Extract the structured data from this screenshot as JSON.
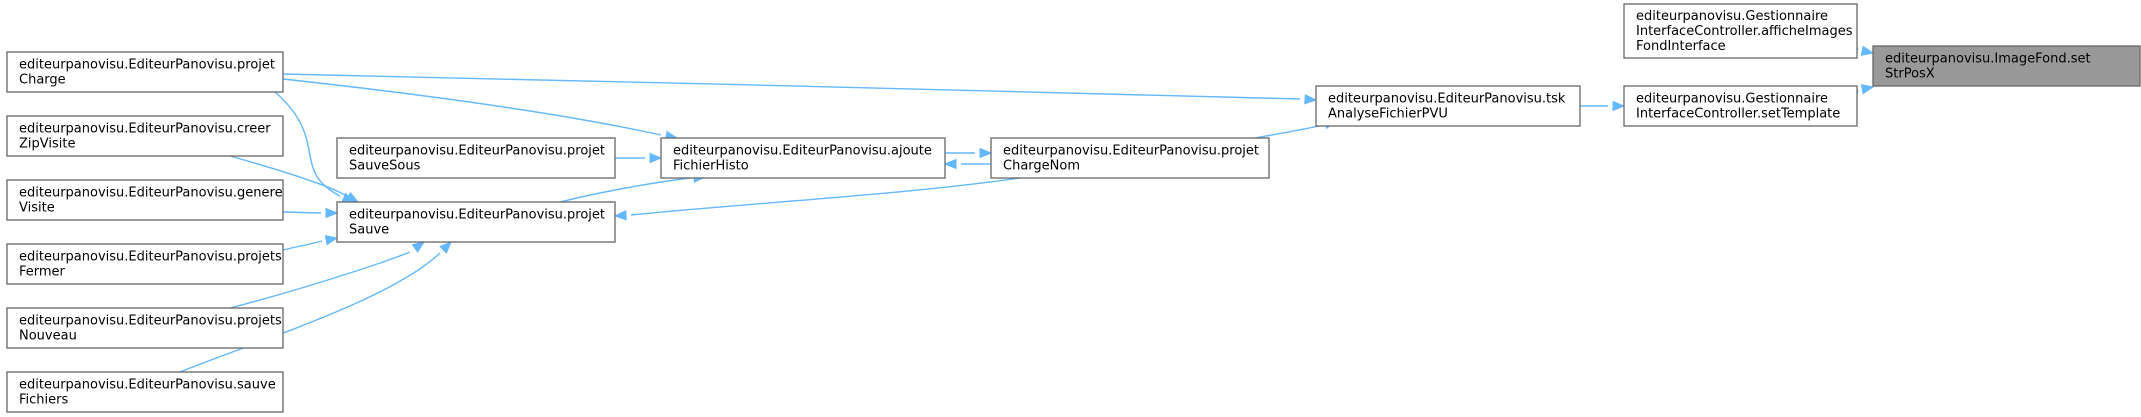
{
  "nodes": [
    {
      "id": "setStrPosX",
      "lines": [
        "editeurpanovisu.ImageFond.set",
        "StrPosX"
      ],
      "highlight": true
    },
    {
      "id": "afficheImages",
      "lines": [
        "editeurpanovisu.Gestionnaire",
        "InterfaceController.afficheImages",
        "FondInterface"
      ]
    },
    {
      "id": "setTemplate",
      "lines": [
        "editeurpanovisu.Gestionnaire",
        "InterfaceController.setTemplate"
      ]
    },
    {
      "id": "tskAnalyse",
      "lines": [
        "editeurpanovisu.EditeurPanovisu.tsk",
        "AnalyseFichierPVU"
      ]
    },
    {
      "id": "projetCharge",
      "lines": [
        "editeurpanovisu.EditeurPanovisu.projet",
        "Charge"
      ]
    },
    {
      "id": "projetChargeNom",
      "lines": [
        "editeurpanovisu.EditeurPanovisu.projet",
        "ChargeNom"
      ]
    },
    {
      "id": "ajouteFichierHisto",
      "lines": [
        "editeurpanovisu.EditeurPanovisu.ajoute",
        "FichierHisto"
      ]
    },
    {
      "id": "projetSauveSous",
      "lines": [
        "editeurpanovisu.EditeurPanovisu.projet",
        "SauveSous"
      ]
    },
    {
      "id": "projetSauve",
      "lines": [
        "editeurpanovisu.EditeurPanovisu.projet",
        "Sauve"
      ]
    },
    {
      "id": "creerZipVisite",
      "lines": [
        "editeurpanovisu.EditeurPanovisu.creer",
        "ZipVisite"
      ]
    },
    {
      "id": "genereVisite",
      "lines": [
        "editeurpanovisu.EditeurPanovisu.genere",
        "Visite"
      ]
    },
    {
      "id": "projetsFermer",
      "lines": [
        "editeurpanovisu.EditeurPanovisu.projets",
        "Fermer"
      ]
    },
    {
      "id": "projetsNouveau",
      "lines": [
        "editeurpanovisu.EditeurPanovisu.projets",
        "Nouveau"
      ]
    },
    {
      "id": "sauveFichiers",
      "lines": [
        "editeurpanovisu.EditeurPanovisu.sauve",
        "Fichiers"
      ]
    }
  ],
  "edges": [
    {
      "from": "afficheImages",
      "to": "setStrPosX"
    },
    {
      "from": "setTemplate",
      "to": "setStrPosX"
    },
    {
      "from": "tskAnalyse",
      "to": "setTemplate"
    },
    {
      "from": "projetCharge",
      "to": "tskAnalyse"
    },
    {
      "from": "projetChargeNom",
      "to": "tskAnalyse"
    },
    {
      "from": "projetCharge",
      "to": "ajouteFichierHisto"
    },
    {
      "from": "projetChargeNom",
      "to": "ajouteFichierHisto"
    },
    {
      "from": "ajouteFichierHisto",
      "to": "projetChargeNom"
    },
    {
      "from": "projetSauveSous",
      "to": "ajouteFichierHisto"
    },
    {
      "from": "projetSauve",
      "to": "ajouteFichierHisto"
    },
    {
      "from": "projetChargeNom",
      "to": "projetSauve"
    },
    {
      "from": "projetCharge",
      "to": "projetSauve"
    },
    {
      "from": "creerZipVisite",
      "to": "projetSauve"
    },
    {
      "from": "genereVisite",
      "to": "projetSauve"
    },
    {
      "from": "projetsFermer",
      "to": "projetSauve"
    },
    {
      "from": "projetsNouveau",
      "to": "projetSauve"
    },
    {
      "from": "sauveFichiers",
      "to": "projetSauve"
    }
  ]
}
